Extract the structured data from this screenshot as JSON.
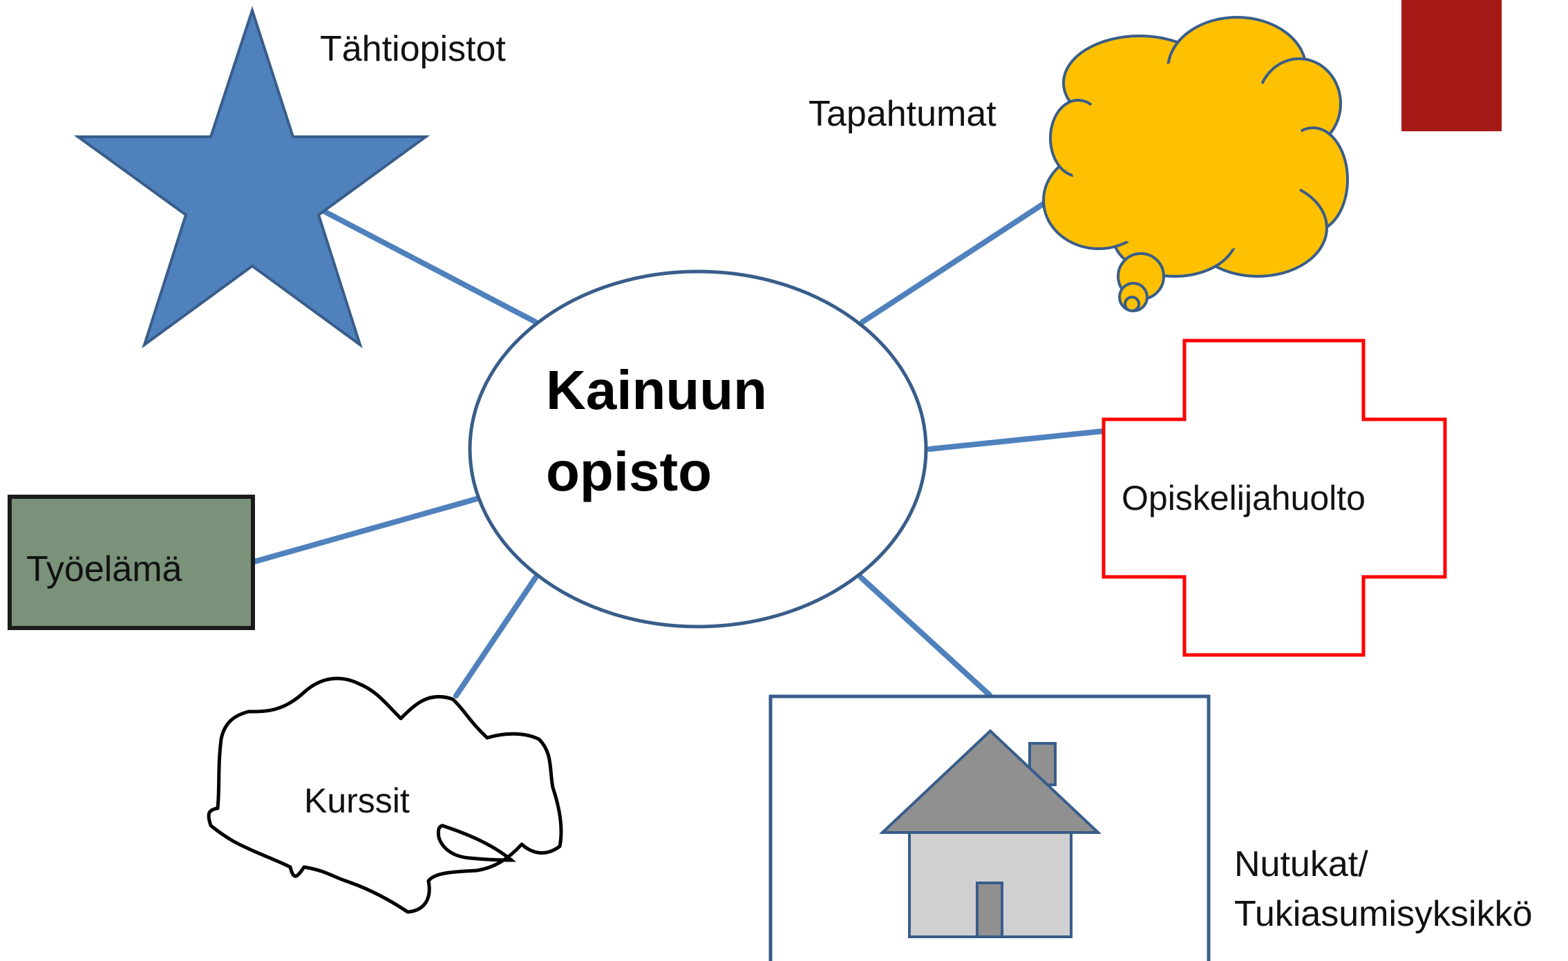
{
  "center": {
    "line1": "Kainuun",
    "line2": "opisto"
  },
  "nodes": {
    "star": {
      "label": "Tähtiopistot"
    },
    "cloud": {
      "label": "Tapahtumat"
    },
    "cross": {
      "label": "Opiskelijahuolto"
    },
    "rect": {
      "label": "Työelämä"
    },
    "scribble": {
      "label": "Kurssit"
    },
    "house": {
      "label_line1": "Nutukat/",
      "label_line2": "Tukiasumisyksikkö"
    }
  },
  "colors": {
    "connector": "#4f81bd",
    "ellipse_border": "#385d8a",
    "star_fill": "#4f81bd",
    "cloud_fill": "#ffc000",
    "cross_border": "#ff0000",
    "rect_fill": "#7a917a",
    "house_fill": "#d0d0d0",
    "roof_fill": "#909090",
    "corner_accent": "#a51a17"
  }
}
